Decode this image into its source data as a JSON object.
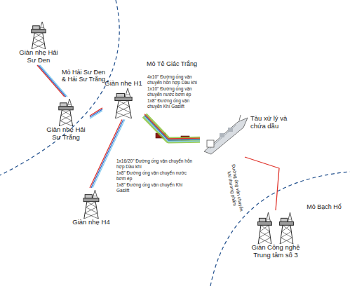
{
  "diagram": {
    "nodes": [
      {
        "text": [
          "Giàn nhẹ Hải Sư Đen"
        ]
      },
      {
        "text": [
          "Giàn nhẹ Hải Sư Trắng"
        ]
      },
      {
        "text": [
          "Giàn nhẹ H1"
        ]
      },
      {
        "text": [
          "Giàn nhẹ H4"
        ]
      },
      {
        "text": [
          "Tàu xử lý và chứa dầu"
        ]
      },
      {
        "text": [
          "Giàn Công nghệ Trung tâm số 3"
        ]
      }
    ],
    "edges": [
      {
        "from": 0,
        "to": 1,
        "arrow": "none"
      },
      {
        "from": 1,
        "to": 2,
        "arrow": "none"
      },
      {
        "from": 3,
        "to": 2,
        "arrow": "none"
      },
      {
        "from": 2,
        "to": 4,
        "arrow": "none"
      },
      {
        "from": 4,
        "to": 5,
        "arrow": "none",
        "label": "Đường ống vận chuyển khí thương phẩm"
      }
    ],
    "labels": [
      "Mỏ Hải Sư Đen & Hải Sư Trắng",
      "Mỏ Tê Giác Trắng",
      "4x10\" Đường ống vận chuyển hỗn hợp Dầu khí",
      "1x10\" Đường ống vận chuyển nước bơm ép",
      "1x8\" Đường ống vận chuyển Khí Gaslift",
      "1x16/20\" Đường ống vận chuyển hỗn hợp Dầu khí",
      "1x8\" Đường ống vận chuyển nước bơm ép",
      "1x8\" Đường ống vận chuyển Khí Gaslift",
      "Mỏ Bạch Hổ"
    ]
  }
}
